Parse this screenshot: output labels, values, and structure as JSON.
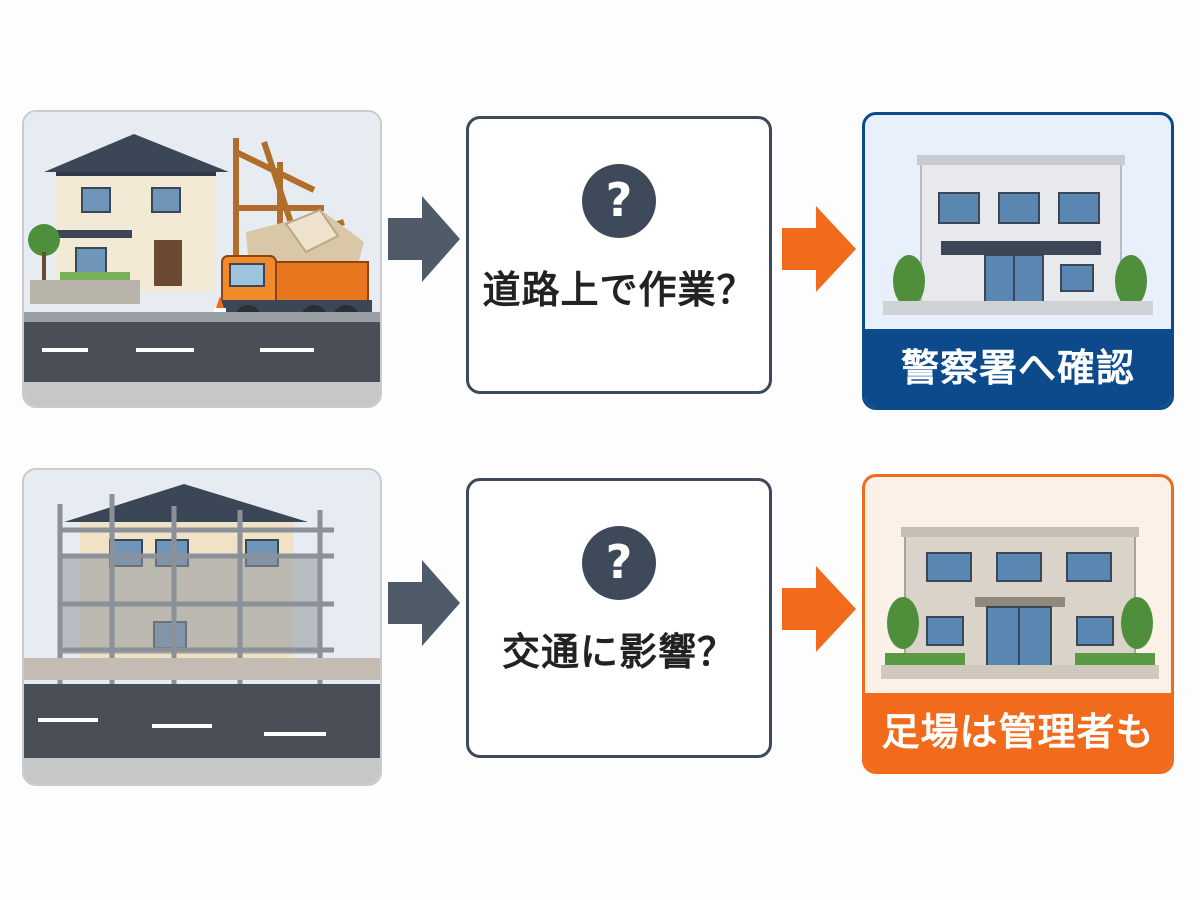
{
  "rows": [
    {
      "scene": {
        "type": "demolition"
      },
      "question": {
        "text": "道路上で作業？",
        "icon": "question-icon"
      },
      "result": {
        "label": "警察署へ確認",
        "band_color": "#0d4a8c",
        "bg_color": "#e8f1fb"
      }
    },
    {
      "scene": {
        "type": "scaffolding"
      },
      "question": {
        "text": "交通に影響？",
        "icon": "question-icon"
      },
      "result": {
        "label": "足場は管理者も",
        "band_color": "#f26a1b",
        "bg_color": "#fbf1e6"
      }
    }
  ],
  "colors": {
    "gray_arrow": "#4f5b69",
    "orange_arrow": "#f26a1b",
    "question_circle": "#3e4a59"
  }
}
